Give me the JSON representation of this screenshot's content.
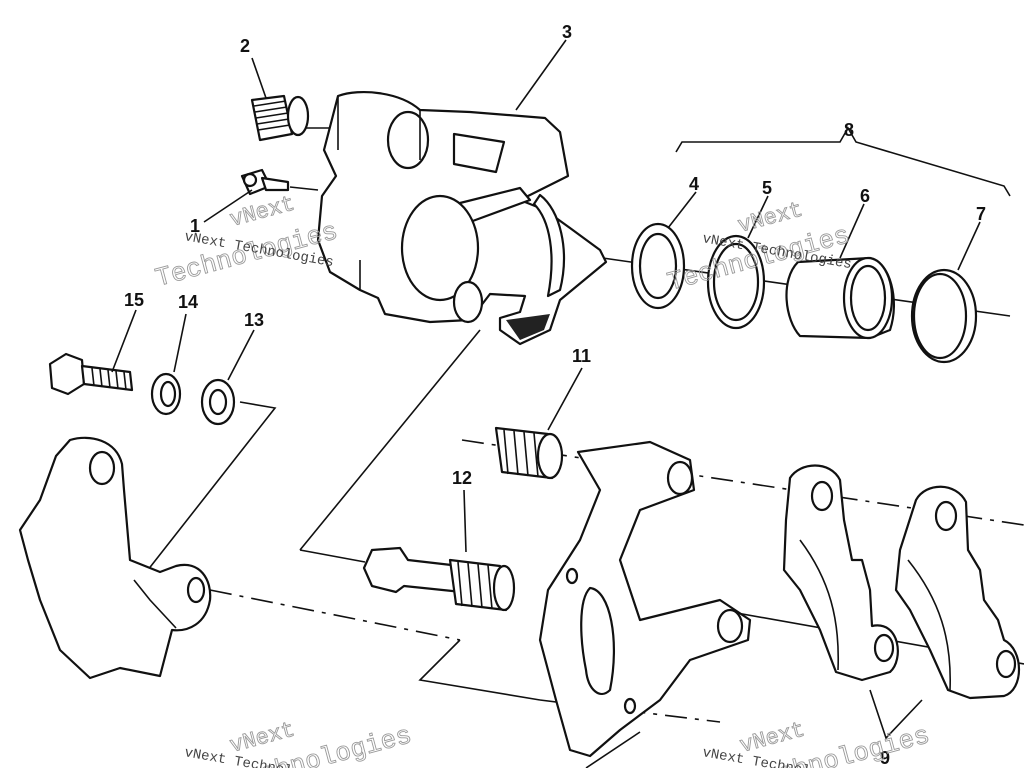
{
  "callouts": [
    {
      "id": "1",
      "label": "1"
    },
    {
      "id": "2",
      "label": "2"
    },
    {
      "id": "3",
      "label": "3"
    },
    {
      "id": "4",
      "label": "4"
    },
    {
      "id": "5",
      "label": "5"
    },
    {
      "id": "6",
      "label": "6"
    },
    {
      "id": "7",
      "label": "7"
    },
    {
      "id": "8",
      "label": "8"
    },
    {
      "id": "9",
      "label": "9"
    },
    {
      "id": "11",
      "label": "11"
    },
    {
      "id": "12",
      "label": "12"
    },
    {
      "id": "13",
      "label": "13"
    },
    {
      "id": "14",
      "label": "14"
    },
    {
      "id": "15",
      "label": "15"
    }
  ],
  "watermark": {
    "line1": "vNext",
    "line2": "Technologies",
    "caption": "vNext Technologies"
  }
}
